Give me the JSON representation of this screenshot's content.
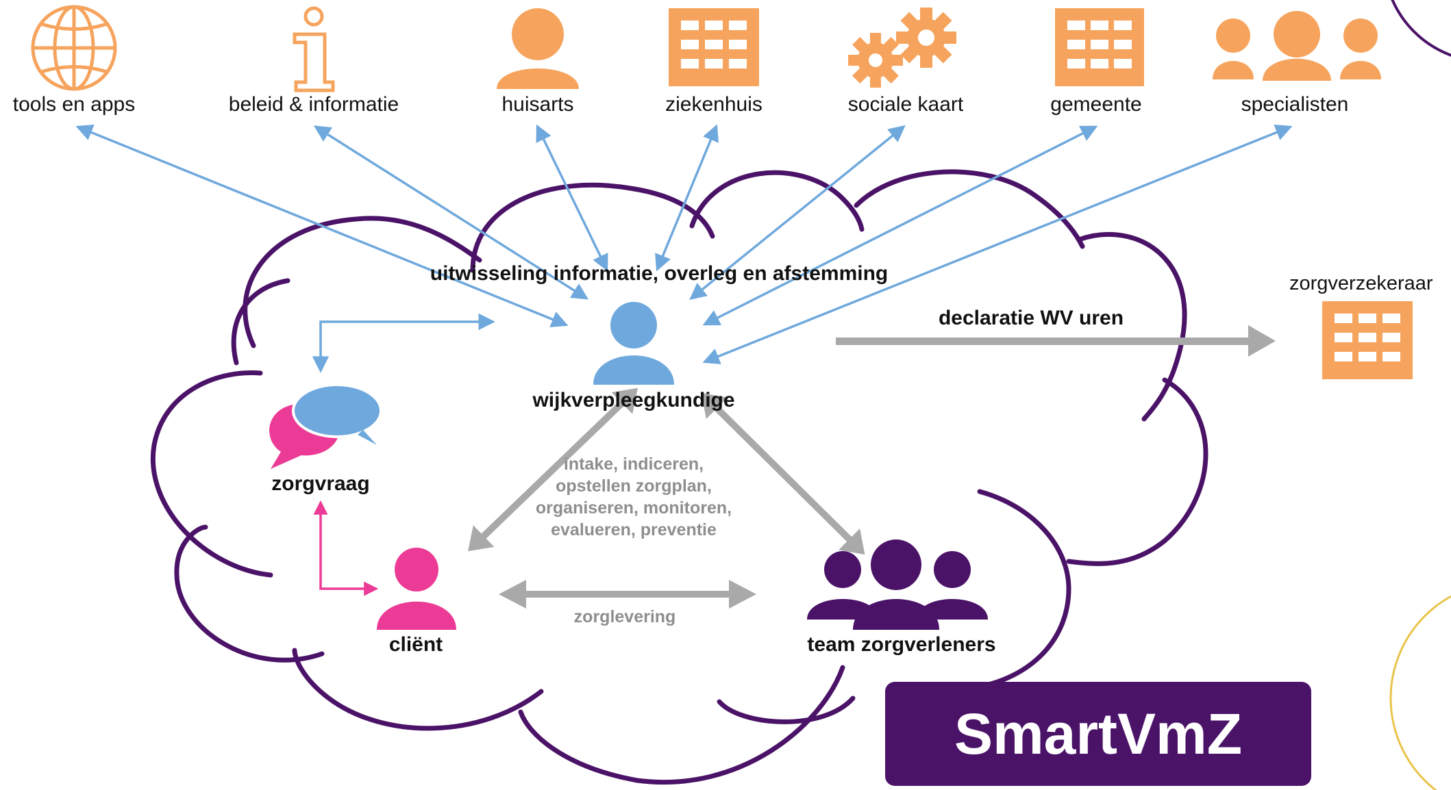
{
  "colors": {
    "orange": "#f6a45d",
    "blue": "#6fa8dc",
    "pink": "#ec3b96",
    "purple": "#4b1368",
    "grey_arrow": "#a9a9a9",
    "cloud_stroke": "#4b1368"
  },
  "top_nodes": [
    {
      "label": "tools en apps",
      "icon": "globe-icon"
    },
    {
      "label": "beleid & informatie",
      "icon": "info-icon"
    },
    {
      "label": "huisarts",
      "icon": "person-icon"
    },
    {
      "label": "ziekenhuis",
      "icon": "building-icon"
    },
    {
      "label": "sociale kaart",
      "icon": "gears-icon"
    },
    {
      "label": "gemeente",
      "icon": "building-icon"
    },
    {
      "label": "specialisten",
      "icon": "group-icon"
    }
  ],
  "exchange_label": "uitwisseling informatie, overleg en afstemming",
  "center_node": {
    "label": "wijkverpleegkundige",
    "icon": "person-icon"
  },
  "tasks_lines": [
    "intake, indiceren,",
    "opstellen zorgplan,",
    "organiseren, monitoren,",
    "evalueren, preventie"
  ],
  "zorgvraag": {
    "label": "zorgvraag",
    "icon": "speech-bubbles-icon"
  },
  "client": {
    "label": "cliënt",
    "icon": "person-icon"
  },
  "team": {
    "label": "team zorgverleners",
    "icon": "group-icon"
  },
  "delivery_label": "zorglevering",
  "declaration_label": "declaratie WV uren",
  "insurer": {
    "label": "zorgverzekeraar",
    "icon": "building-icon"
  },
  "brand": "SmartVmZ"
}
